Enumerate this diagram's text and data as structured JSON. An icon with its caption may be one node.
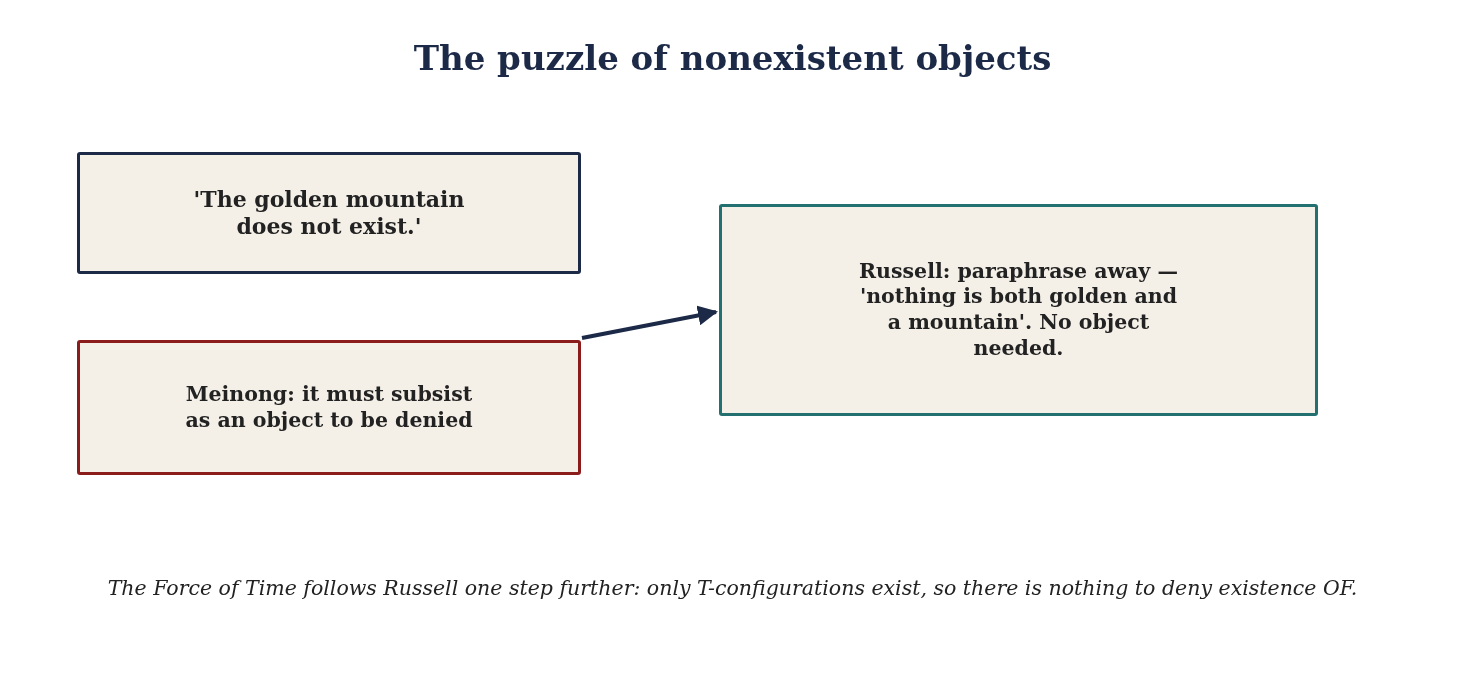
{
  "diagram": {
    "title": "The puzzle of nonexistent objects",
    "caption": "The Force of Time follows Russell one step further: only T-configurations exist, so there is nothing to deny existence OF.",
    "nodes": [
      {
        "text": [
          "'The golden mountain does not exist.'"
        ]
      },
      {
        "text": [
          "Meinong: it must subsist as an object to be denied"
        ]
      },
      {
        "text": [
          "Russell: paraphrase away — 'nothing is both golden and a mountain'. No object needed."
        ]
      }
    ],
    "edges": [
      {
        "from": 1,
        "to": 2,
        "arrow": "to"
      }
    ]
  }
}
